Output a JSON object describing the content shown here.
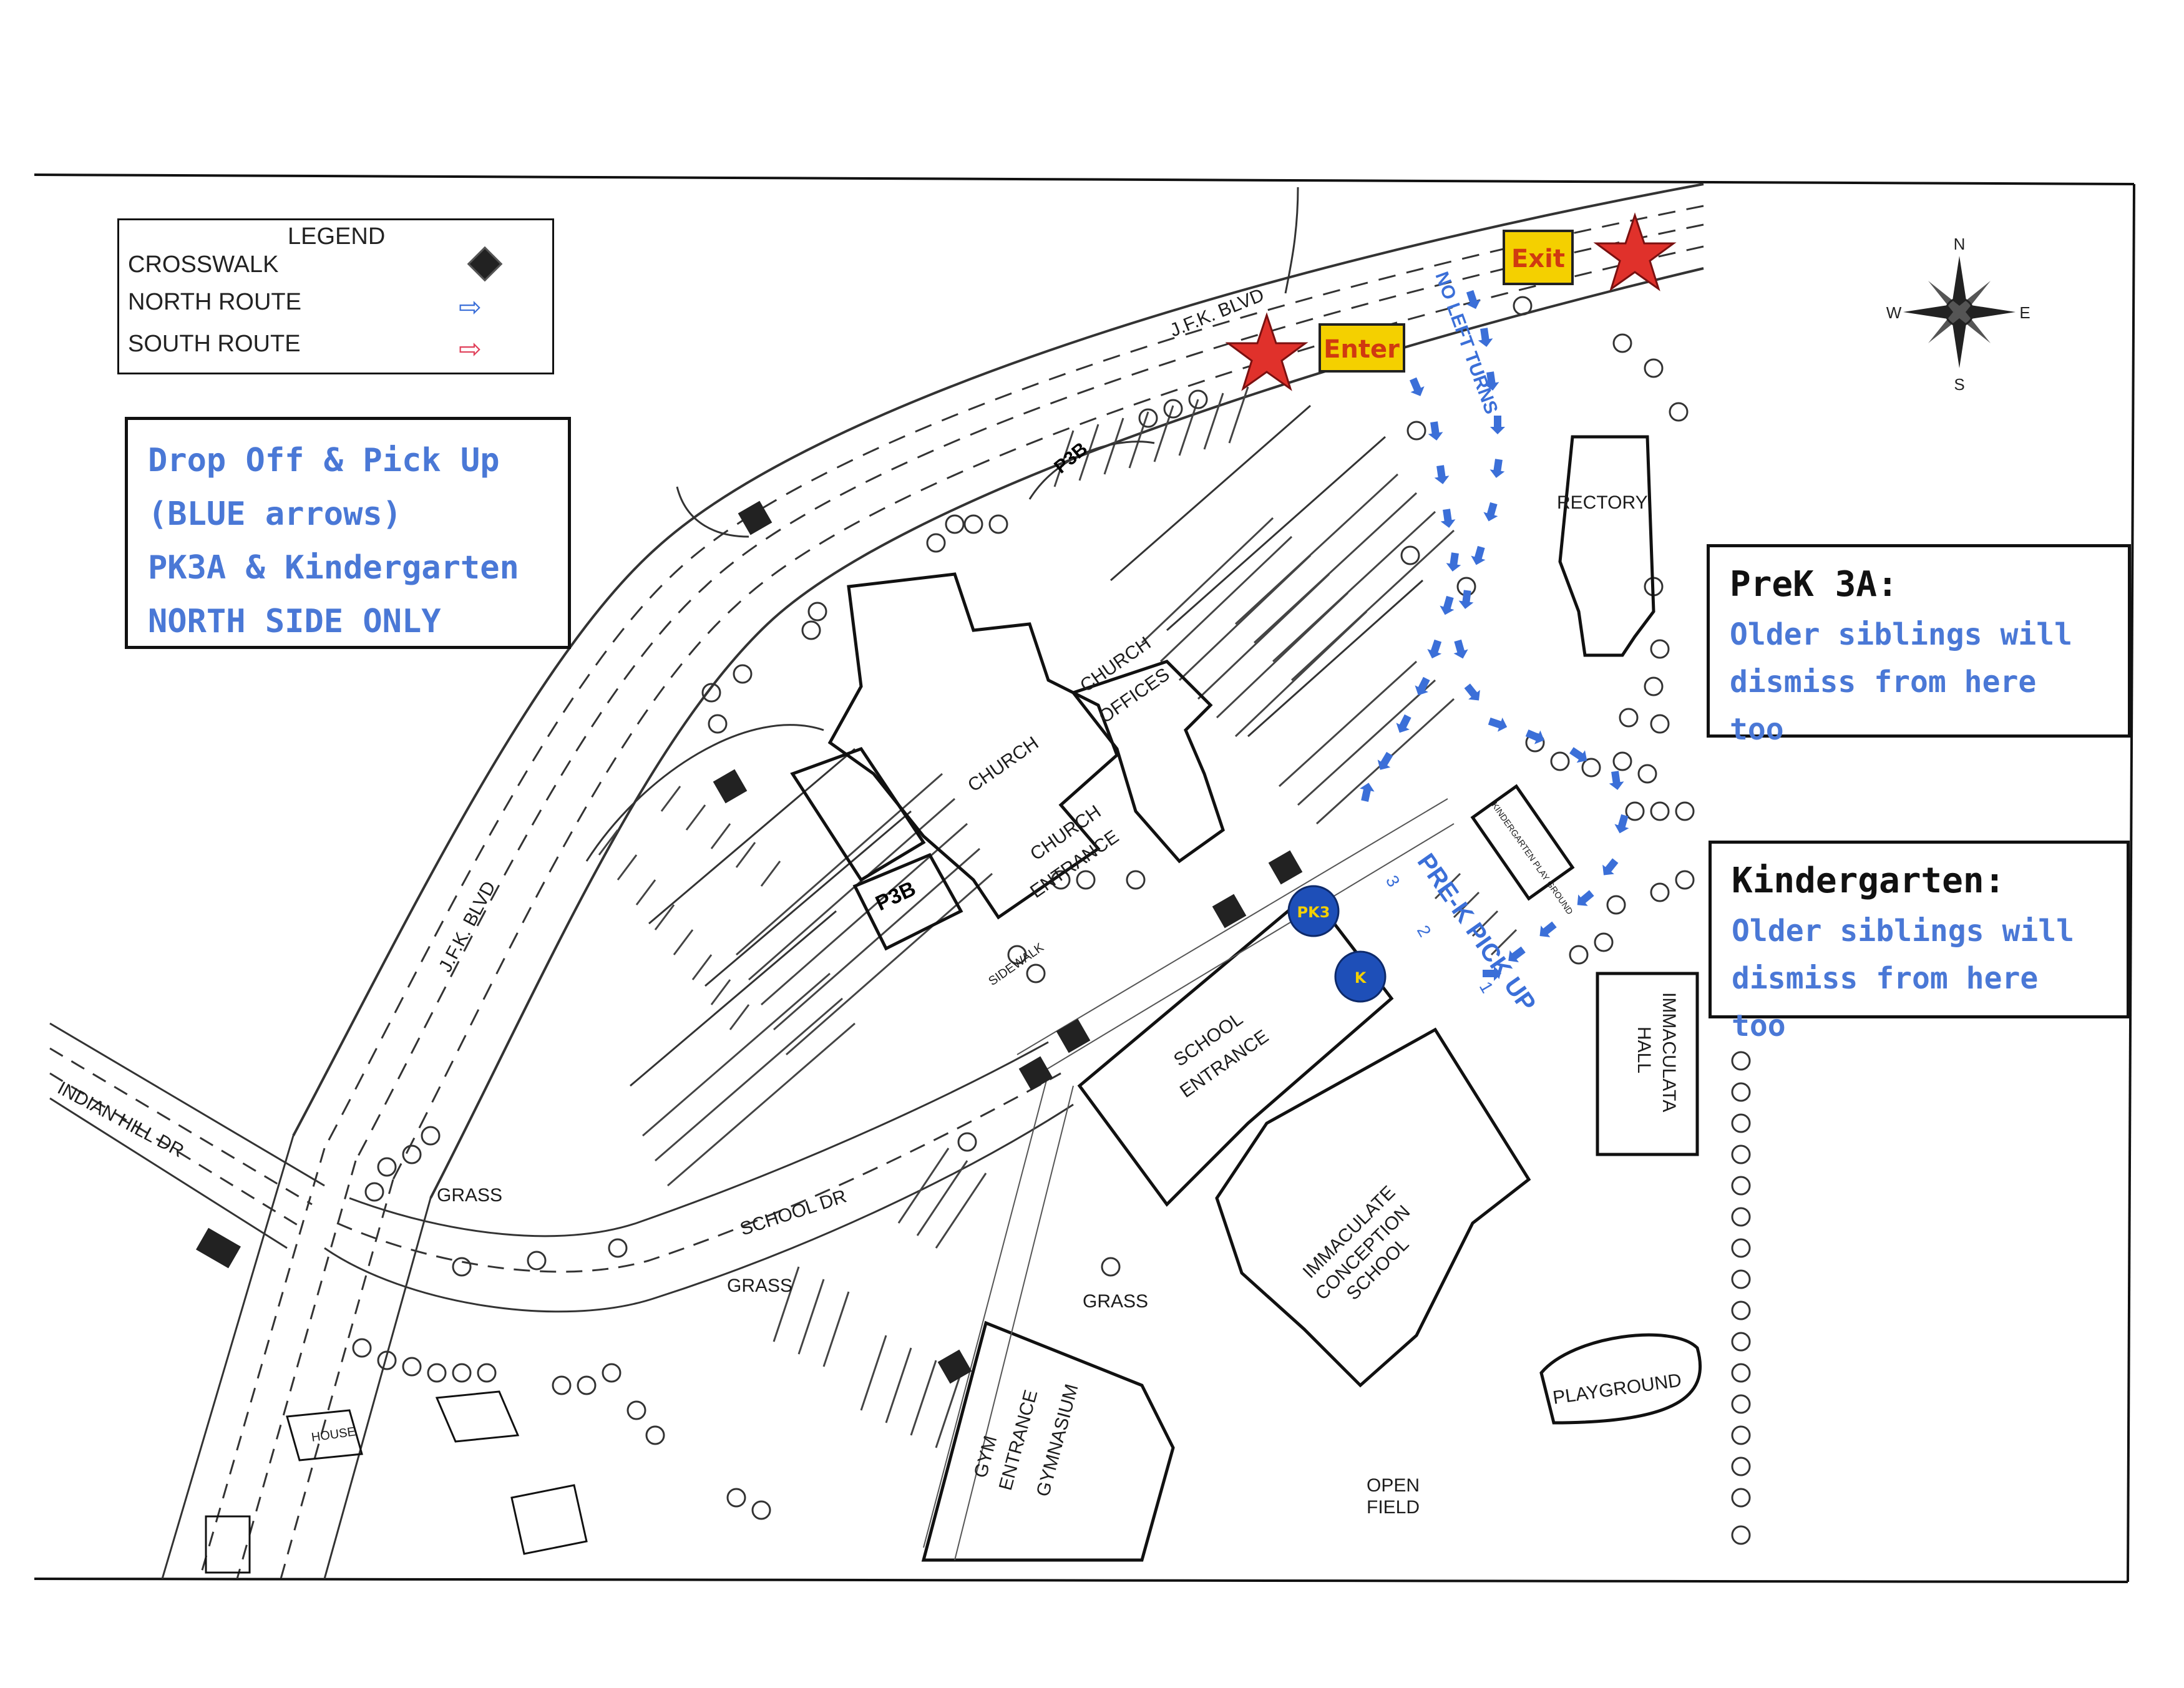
{
  "legend": {
    "title": "LEGEND",
    "items": [
      {
        "label": "CROSSWALK",
        "icon": "crosswalk-icon"
      },
      {
        "label": "NORTH ROUTE",
        "icon": "blue-arrow-icon",
        "color": "#3b6fd8"
      },
      {
        "label": "SOUTH ROUTE",
        "icon": "red-arrow-icon",
        "color": "#e0405a"
      }
    ]
  },
  "dropoff_box": {
    "lines": [
      "Drop Off & Pick Up",
      "(BLUE arrows)",
      "PK3A & Kindergarten",
      "NORTH SIDE ONLY"
    ]
  },
  "prek_box": {
    "title": "PreK 3A:",
    "lines": [
      "Older siblings will",
      "dismiss from here too"
    ]
  },
  "kinder_box": {
    "title": "Kindergarten:",
    "lines": [
      "Older siblings will",
      "dismiss from here too"
    ]
  },
  "signs": {
    "enter": "Enter",
    "exit": "Exit"
  },
  "compass": {
    "n": "N",
    "s": "S",
    "e": "E",
    "w": "W"
  },
  "markers": {
    "pk3": "PK3",
    "k": "K"
  },
  "labels": {
    "jfk_top": "J.F.K. BLVD",
    "jfk_left": "J.F.K. BLVD",
    "indian_hill": "INDIAN HILL DR",
    "school_dr": "SCHOOL DR",
    "no_left": "NO LEFT TURNS",
    "prek_pickup": "PRE-K PICK UP",
    "p3b_top": "P3B",
    "p3b_bldg": "P3B",
    "church": "CHURCH",
    "church_offices_1": "CHURCH",
    "church_offices_2": "OFFICES",
    "church_entrance_1": "CHURCH",
    "church_entrance_2": "ENTRANCE",
    "rectory": "RECTORY",
    "school_entrance_1": "SCHOOL",
    "school_entrance_2": "ENTRANCE",
    "ics_1": "IMMACULATE",
    "ics_2": "CONCEPTION",
    "ics_3": "SCHOOL",
    "immaculata_1": "IMMACULATA",
    "immaculata_2": "HALL",
    "gym": "GYMNASIUM",
    "gym_entrance_1": "GYM",
    "gym_entrance_2": "ENTRANCE",
    "grass_1": "GRASS",
    "grass_2": "GRASS",
    "grass_3": "GRASS",
    "playground": "PLAYGROUND",
    "open_field_1": "OPEN",
    "open_field_2": "FIELD",
    "sidewalk": "SIDEWALK",
    "house": "HOUSE",
    "kinder_play": "KINDERGARTEN PLAY GROUND",
    "stall_3": "3",
    "stall_2": "2",
    "stall_1": "1"
  }
}
